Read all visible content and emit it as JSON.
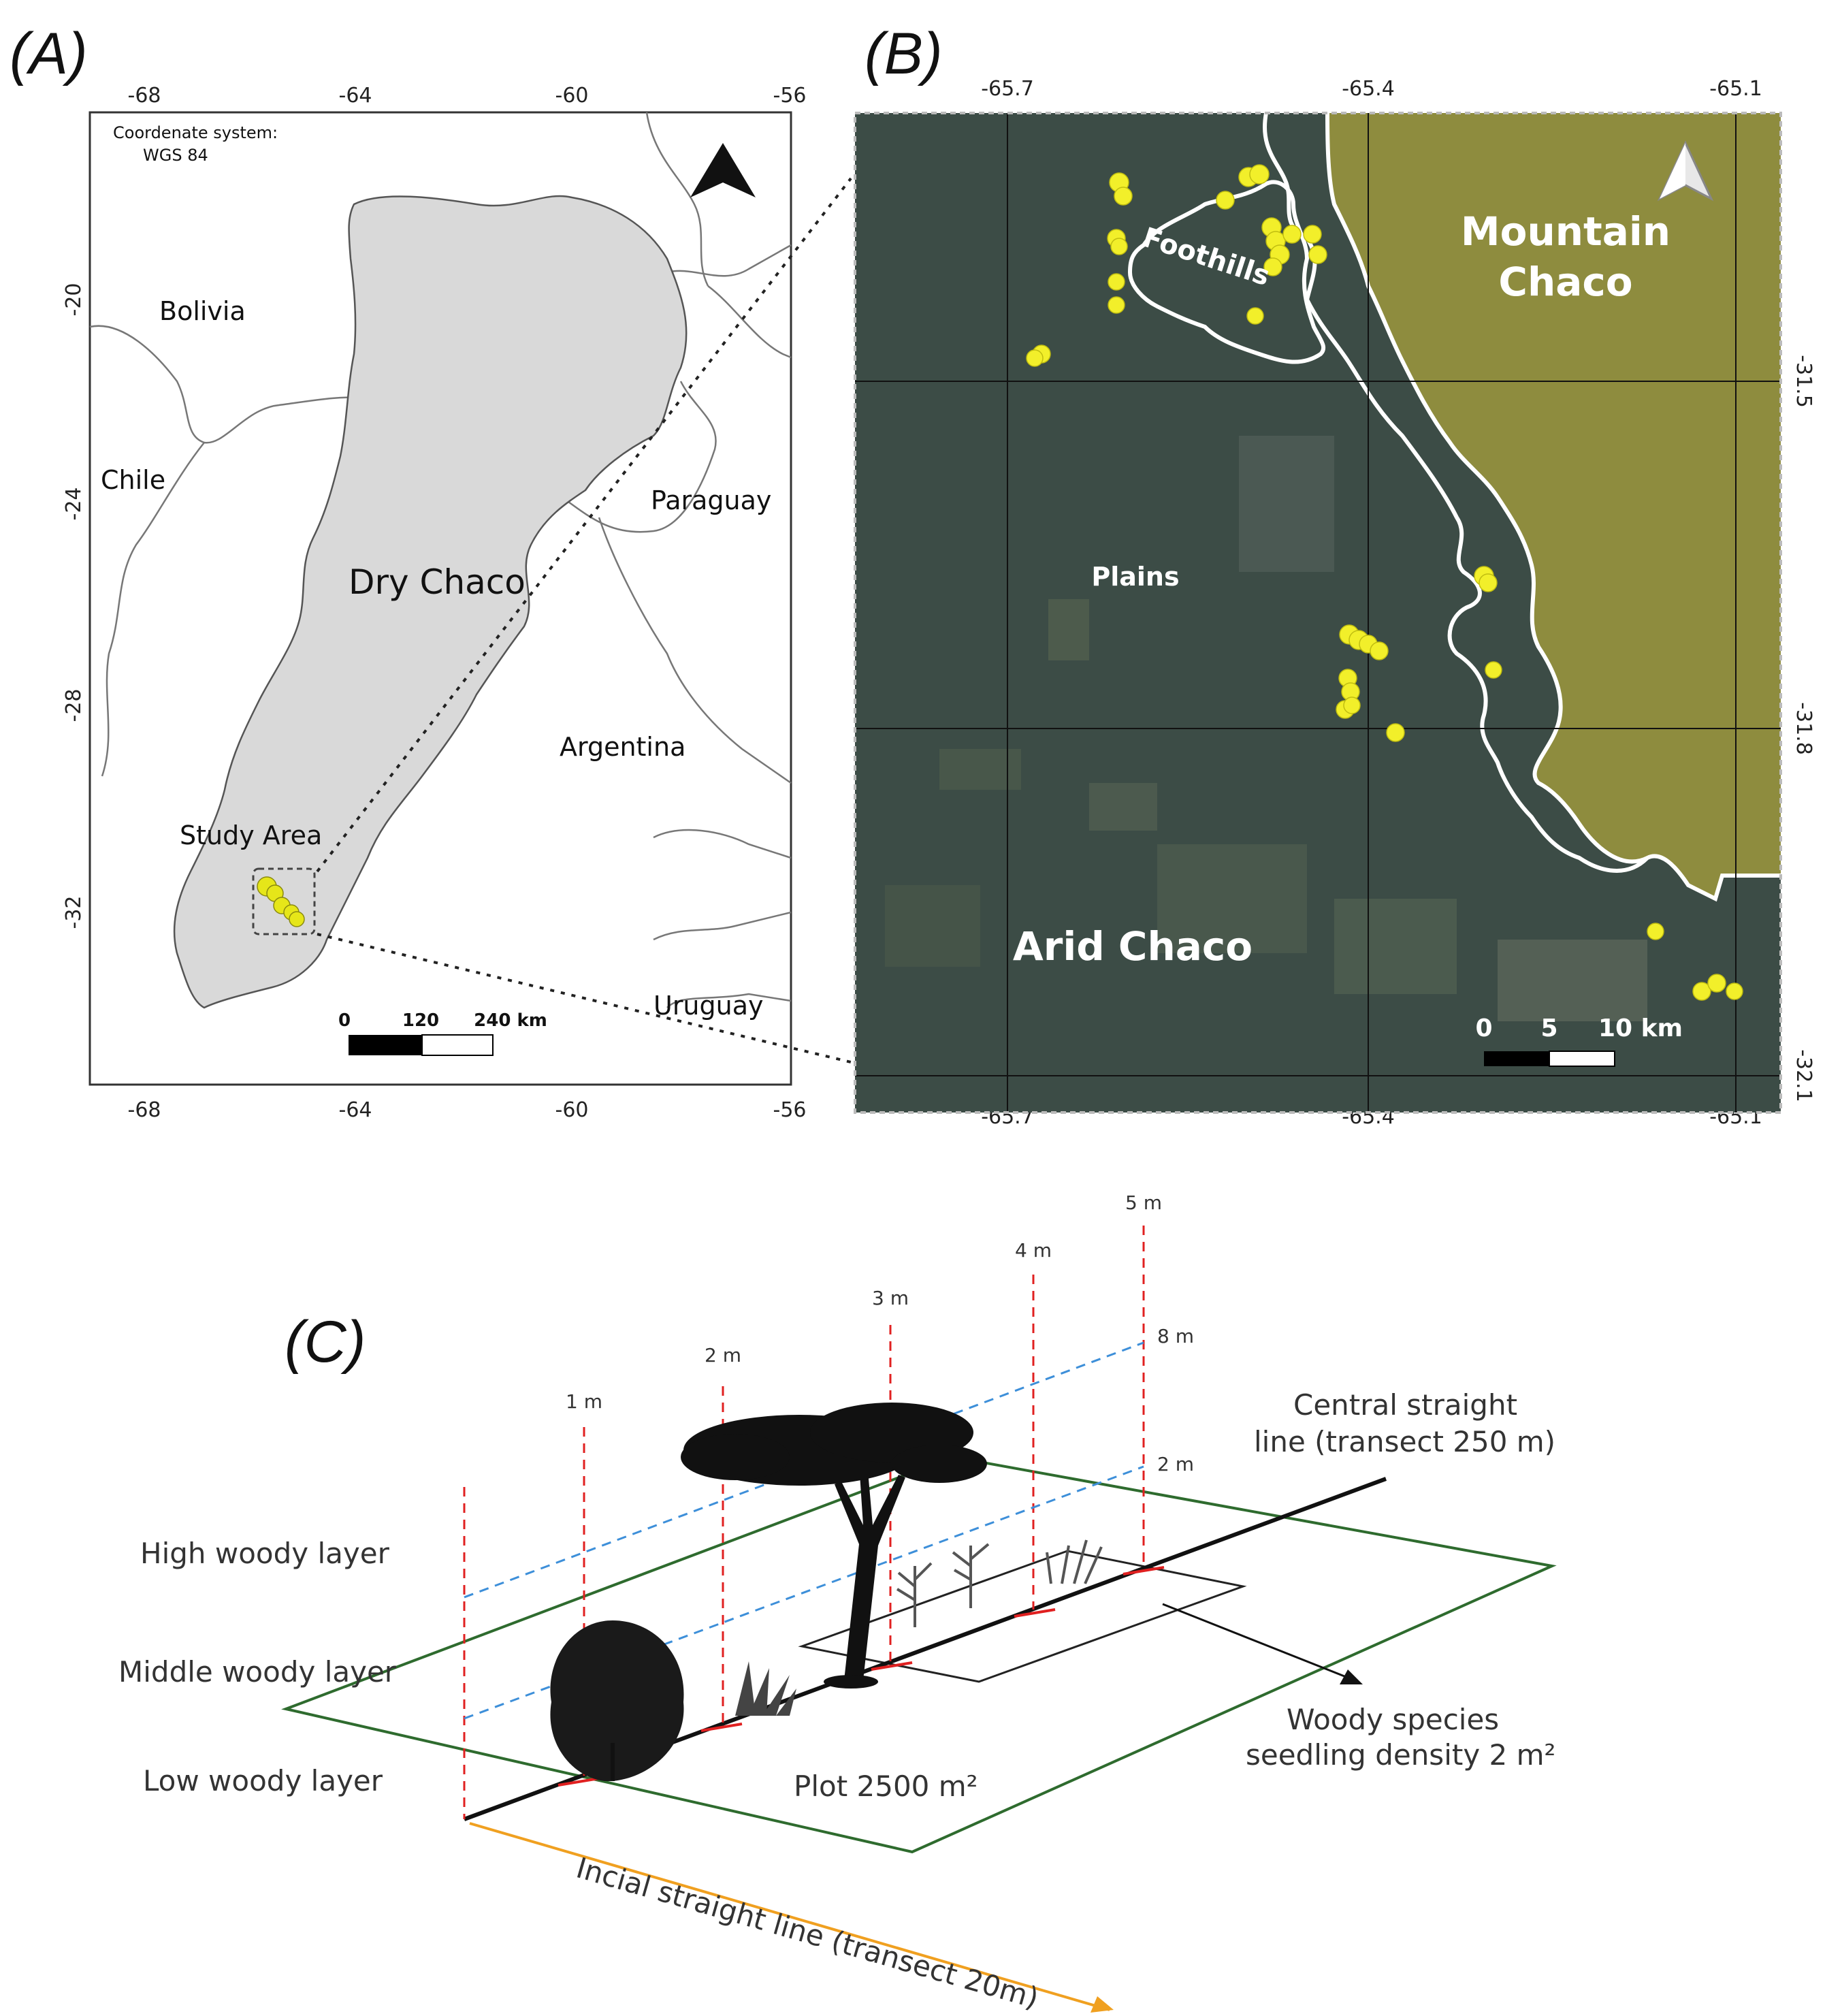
{
  "panelA": {
    "letter": "(A)",
    "top_ticks": [
      "-68",
      "-64",
      "-60",
      "-56"
    ],
    "bottom_ticks": [
      "-68",
      "-64",
      "-60",
      "-56"
    ],
    "left_ticks": [
      "-20",
      "-24",
      "-28",
      "-32"
    ],
    "coord_line1": "Coordenate system:",
    "coord_line2": "WGS 84",
    "countries": {
      "bolivia": "Bolivia",
      "chile": "Chile",
      "paraguay": "Paraguay",
      "argentina": "Argentina",
      "uruguay": "Uruguay"
    },
    "region": "Dry Chaco",
    "study_area": "Study Area",
    "scale": [
      "0",
      "120",
      "240 km"
    ],
    "colors": {
      "chaco_fill": "#d9d9d9",
      "points": "#e6e619"
    }
  },
  "panelB": {
    "letter": "(B)",
    "top_ticks": [
      "-65.7",
      "-65.4",
      "-65.1"
    ],
    "bottom_ticks": [
      "-65.7",
      "-65.4",
      "-65.1"
    ],
    "right_ticks": [
      "-31.5",
      "-31.8",
      "-32.1"
    ],
    "labels": {
      "foothills": "Foothills",
      "mountain1": "Mountain",
      "mountain2": "Chaco",
      "plains": "Plains",
      "arid": "Arid Chaco"
    },
    "scale": [
      "0",
      "5",
      "10 km"
    ],
    "colors": {
      "plains": "#3a4a44",
      "mountain": "#8c8a3c",
      "points": "#f2ef2a"
    }
  },
  "panelC": {
    "letter": "(C)",
    "heights": [
      "1 m",
      "2 m",
      "3 m",
      "4 m",
      "5 m"
    ],
    "widths": [
      "8 m",
      "2 m"
    ],
    "layers": [
      "High woody layer",
      "Middle woody layer",
      "Low woody layer"
    ],
    "central_line1": "Central straight",
    "central_line2": "line (transect 250 m)",
    "woody1": "Woody species",
    "woody2": "seedling density 2 m²",
    "plot": "Plot 2500 m²",
    "incial": "Incial straight line (transect 20m)",
    "colors": {
      "plot": "#2e6b2e",
      "red": "#e02020",
      "blue": "#3d8fd9",
      "orange": "#f0a020"
    }
  }
}
